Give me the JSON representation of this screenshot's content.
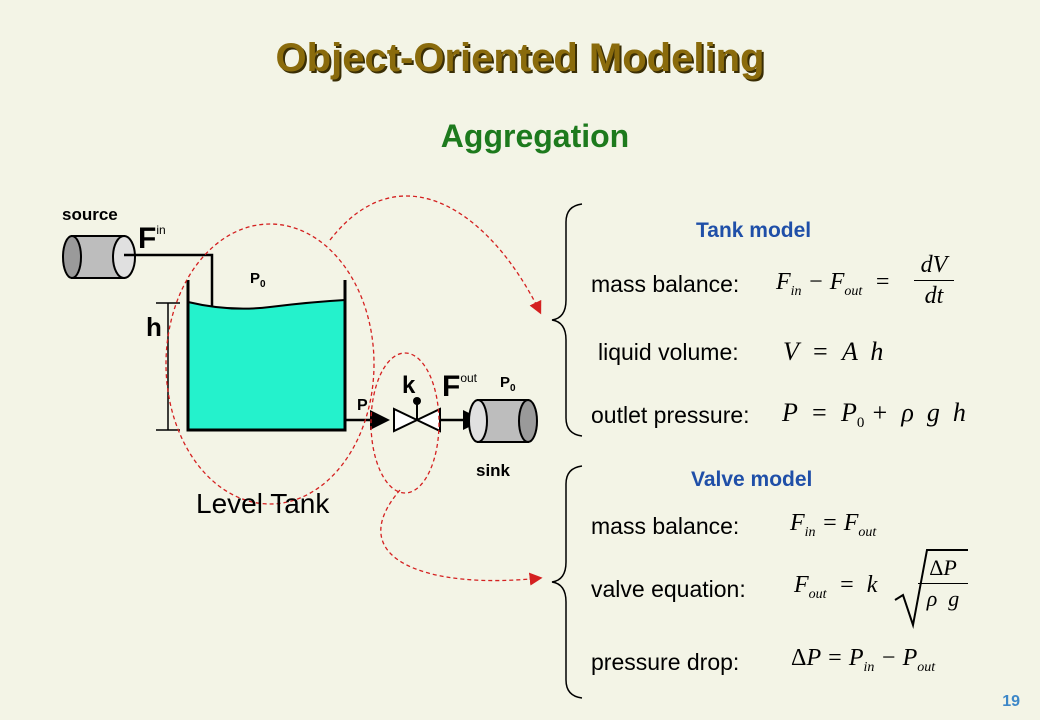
{
  "slide": {
    "title": "Object-Oriented Modeling",
    "subtitle": "Aggregation",
    "page_number": "19"
  },
  "diagram": {
    "source_label": "source",
    "sink_label": "sink",
    "h_label": "h",
    "p0_label": "P",
    "p0_sub": "0",
    "p_label": "P",
    "k_label": "k",
    "f_label": "F",
    "fin_sup": "in",
    "fout_sup": "out",
    "tank_caption": "Level Tank"
  },
  "tank_model": {
    "header": "Tank model",
    "mass_balance_label": "mass balance:",
    "liquid_volume_label": "liquid volume:",
    "outlet_pressure_label": "outlet pressure:"
  },
  "valve_model": {
    "header": "Valve model",
    "mass_balance_label": "mass balance:",
    "valve_equation_label": "valve equation:",
    "pressure_drop_label": "pressure drop:"
  },
  "colors": {
    "title": "#8a6b0c",
    "subtitle": "#1d7a1d",
    "model_header": "#1f4fa8",
    "liquid": "#24f2cc",
    "dashed": "#d42020",
    "page_number": "#3d87c8"
  }
}
